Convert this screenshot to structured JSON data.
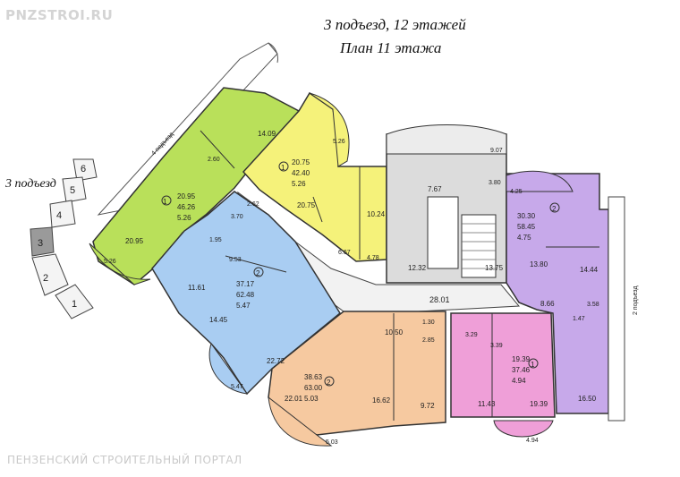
{
  "watermarks": {
    "top": "PNZSTROI.RU",
    "bottom": "ПЕНЗЕНСКИЙ СТРОИТЕЛЬНЫЙ ПОРТАЛ"
  },
  "header": {
    "line1": "3 подъезд, 12 этажей",
    "line2": "План 11 этажа"
  },
  "key_plan": {
    "title": "3 подъезд",
    "sections": [
      "1",
      "2",
      "3",
      "4",
      "5",
      "6"
    ],
    "highlighted": "3"
  },
  "labels": {
    "entrance_4": "4 подъезд",
    "entrance_2": "2 подъезд",
    "corridor": "28.01"
  },
  "colors": {
    "green": "#b9e05a",
    "yellow": "#f5f27a",
    "blue": "#a9cdf2",
    "gray": "#dcdcdc",
    "purple": "#c7a9ea",
    "orange": "#f6c9a0",
    "pink": "#ef9fd8",
    "wall": "#333333"
  },
  "apartments": [
    {
      "id": "green",
      "rooms": "1",
      "stack": [
        "20.95",
        "46.26",
        "5.26"
      ],
      "areas": [
        "20.95",
        "14.09",
        "2.60",
        "5.26",
        "2.62"
      ]
    },
    {
      "id": "yellow",
      "rooms": "1",
      "stack": [
        "20.75",
        "42.40",
        "5.26"
      ],
      "areas": [
        "20.75",
        "5.26",
        "10.24",
        "6.67",
        "4.78"
      ]
    },
    {
      "id": "blue",
      "rooms": "2",
      "stack": [
        "37.17",
        "62.48",
        "5.47"
      ],
      "areas": [
        "11.61",
        "14.45",
        "22.72",
        "5.47",
        "9.53",
        "3.70",
        "1.95"
      ]
    },
    {
      "id": "gray",
      "rooms": "",
      "stack": [],
      "areas": [
        "7.67",
        "9.07",
        "3.80",
        "12.32",
        "13.75"
      ]
    },
    {
      "id": "purple",
      "rooms": "2",
      "stack": [
        "30.30",
        "58.45",
        "4.75"
      ],
      "areas": [
        "4.25",
        "13.80",
        "14.44",
        "8.66",
        "3.58",
        "1.47",
        "16.50"
      ]
    },
    {
      "id": "orange",
      "rooms": "2",
      "stack": [
        "38.63",
        "63.00",
        "5.03"
      ],
      "areas": [
        "10.50",
        "22.01",
        "16.62",
        "9.72",
        "5.03",
        "1.30",
        "2.85"
      ]
    },
    {
      "id": "pink",
      "rooms": "1",
      "stack": [
        "19.39",
        "37.46",
        "4.94"
      ],
      "areas": [
        "3.29",
        "3.39",
        "11.43",
        "19.39",
        "4.94"
      ]
    }
  ]
}
